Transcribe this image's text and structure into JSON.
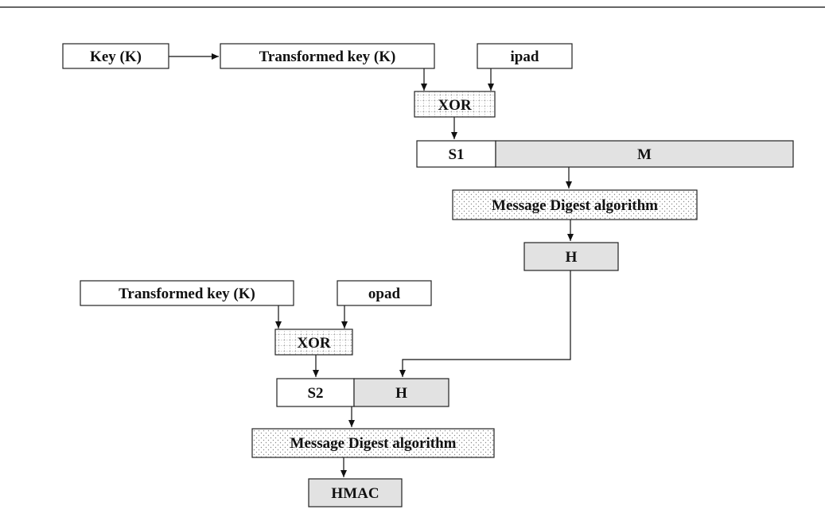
{
  "diagram": {
    "nodes": {
      "key": "Key (K)",
      "transformed_key_1": "Transformed key (K)",
      "ipad": "ipad",
      "xor_1": "XOR",
      "s1": "S1",
      "m": "M",
      "digest_1": "Message Digest algorithm",
      "h_1": "H",
      "transformed_key_2": "Transformed key (K)",
      "opad": "opad",
      "xor_2": "XOR",
      "s2": "S2",
      "h_2": "H",
      "digest_2": "Message Digest algorithm",
      "hmac": "HMAC"
    },
    "edges": [
      {
        "from": "key",
        "to": "transformed_key_1"
      },
      {
        "from": "transformed_key_1",
        "to": "xor_1"
      },
      {
        "from": "ipad",
        "to": "xor_1"
      },
      {
        "from": "xor_1",
        "to": "s1"
      },
      {
        "from": "m",
        "to": "digest_1"
      },
      {
        "from": "digest_1",
        "to": "h_1"
      },
      {
        "from": "h_1",
        "to": "h_2"
      },
      {
        "from": "transformed_key_2",
        "to": "xor_2"
      },
      {
        "from": "opad",
        "to": "xor_2"
      },
      {
        "from": "xor_2",
        "to": "s2"
      },
      {
        "from": "s2",
        "to": "digest_2"
      },
      {
        "from": "digest_2",
        "to": "hmac"
      }
    ],
    "colors": {
      "gray_fill": "#e2e2e2",
      "stroke": "#222222",
      "text": "#111111",
      "dot": "#8a8a8a",
      "grid": "#777777"
    }
  }
}
